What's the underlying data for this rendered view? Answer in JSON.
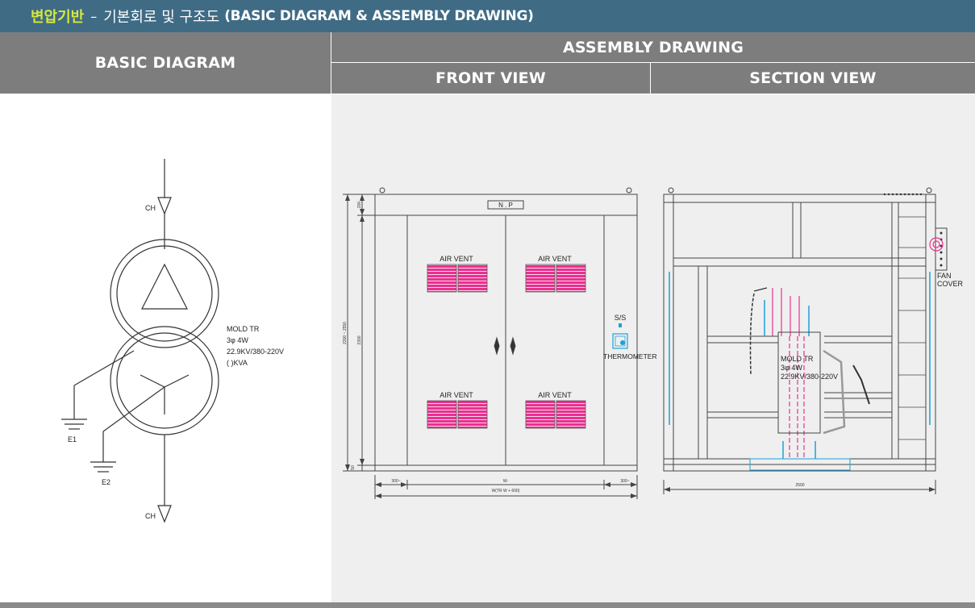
{
  "title": {
    "korean_accent": "변압기반",
    "separator": "–",
    "korean": "기본회로 및 구조도",
    "english": "(BASIC DIAGRAM & ASSEMBLY DRAWING)"
  },
  "headers": {
    "basic": "BASIC DIAGRAM",
    "assembly": "ASSEMBLY DRAWING",
    "front": "FRONT VIEW",
    "section": "SECTION VIEW"
  },
  "basic_diagram": {
    "ch_top": "CH",
    "ch_bottom": "CH",
    "spec": [
      "MOLD TR",
      "3φ 4W",
      "22.9KV/380-220V",
      "(     )KVA"
    ],
    "e1": "E1",
    "e2": "E2"
  },
  "front_view": {
    "np_label": "N  .  P",
    "air_vent": "AIR VENT",
    "ss": "S/S",
    "thermometer": "THERMOMETER",
    "dim_top": "200",
    "dim_total": "2300 ~ 2550",
    "dim_mid": "2300",
    "dim_bottom": "50",
    "dim_left": "300~",
    "dim_right": "300~",
    "dim_w": "W-",
    "dim_width": "W(TR W + 600)"
  },
  "section_view": {
    "fan_cover": [
      "FAN",
      "COVER"
    ],
    "mold_tr": [
      "MOLD TR",
      "3φ 4W",
      "22.9KV/380-220V"
    ],
    "dim_bottom": "2500"
  },
  "colors": {
    "title_bg": "#3f6b85",
    "title_accent": "#d7e83b",
    "header_bg": "#7d7d7d",
    "vent": "#e8318f",
    "cyan": "#1ea0d8"
  }
}
